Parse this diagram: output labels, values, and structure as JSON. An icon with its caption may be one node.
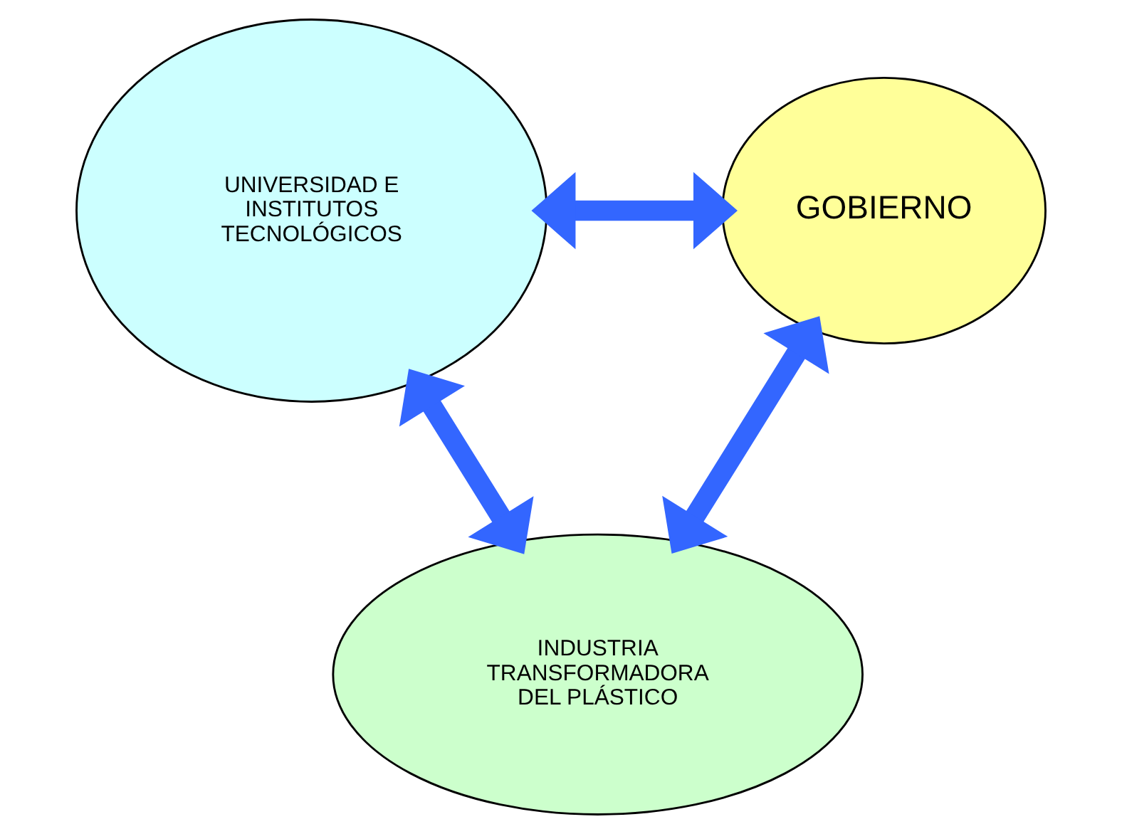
{
  "diagram": {
    "nodes": [
      {
        "text": [
          "UNIVERSIDAD E INSTITUTOS TECNOLÓGICOS"
        ]
      },
      {
        "text": [
          "GOBIERNO"
        ]
      },
      {
        "text": [
          "INDUSTRIA TRANSFORMADORA DEL PLÁSTICO"
        ]
      }
    ],
    "edges": [
      {
        "from": 0,
        "to": 1,
        "arrow": "both",
        "color": "#3366ff"
      },
      {
        "from": 0,
        "to": 2,
        "arrow": "both",
        "color": "#3366ff"
      },
      {
        "from": 1,
        "to": 2,
        "arrow": "both",
        "color": "#3366ff"
      }
    ]
  }
}
